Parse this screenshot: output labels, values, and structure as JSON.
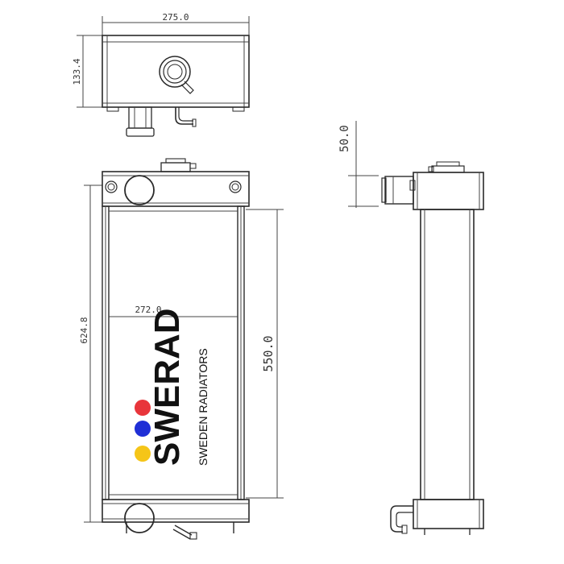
{
  "dimensions": {
    "top_width": "275.0",
    "top_height": "133.4",
    "side_offset": "50.0",
    "core_width": "272.0",
    "overall_height": "624.8",
    "core_height": "550.0"
  },
  "logo": {
    "name": "SWERAD",
    "tagline": "SWEDEN RADIATORS",
    "dot_colors": [
      "#e8353b",
      "#1f2fd6",
      "#f5c518"
    ]
  },
  "colors": {
    "line": "#2a2a2a",
    "dimension_text": "#333333"
  }
}
